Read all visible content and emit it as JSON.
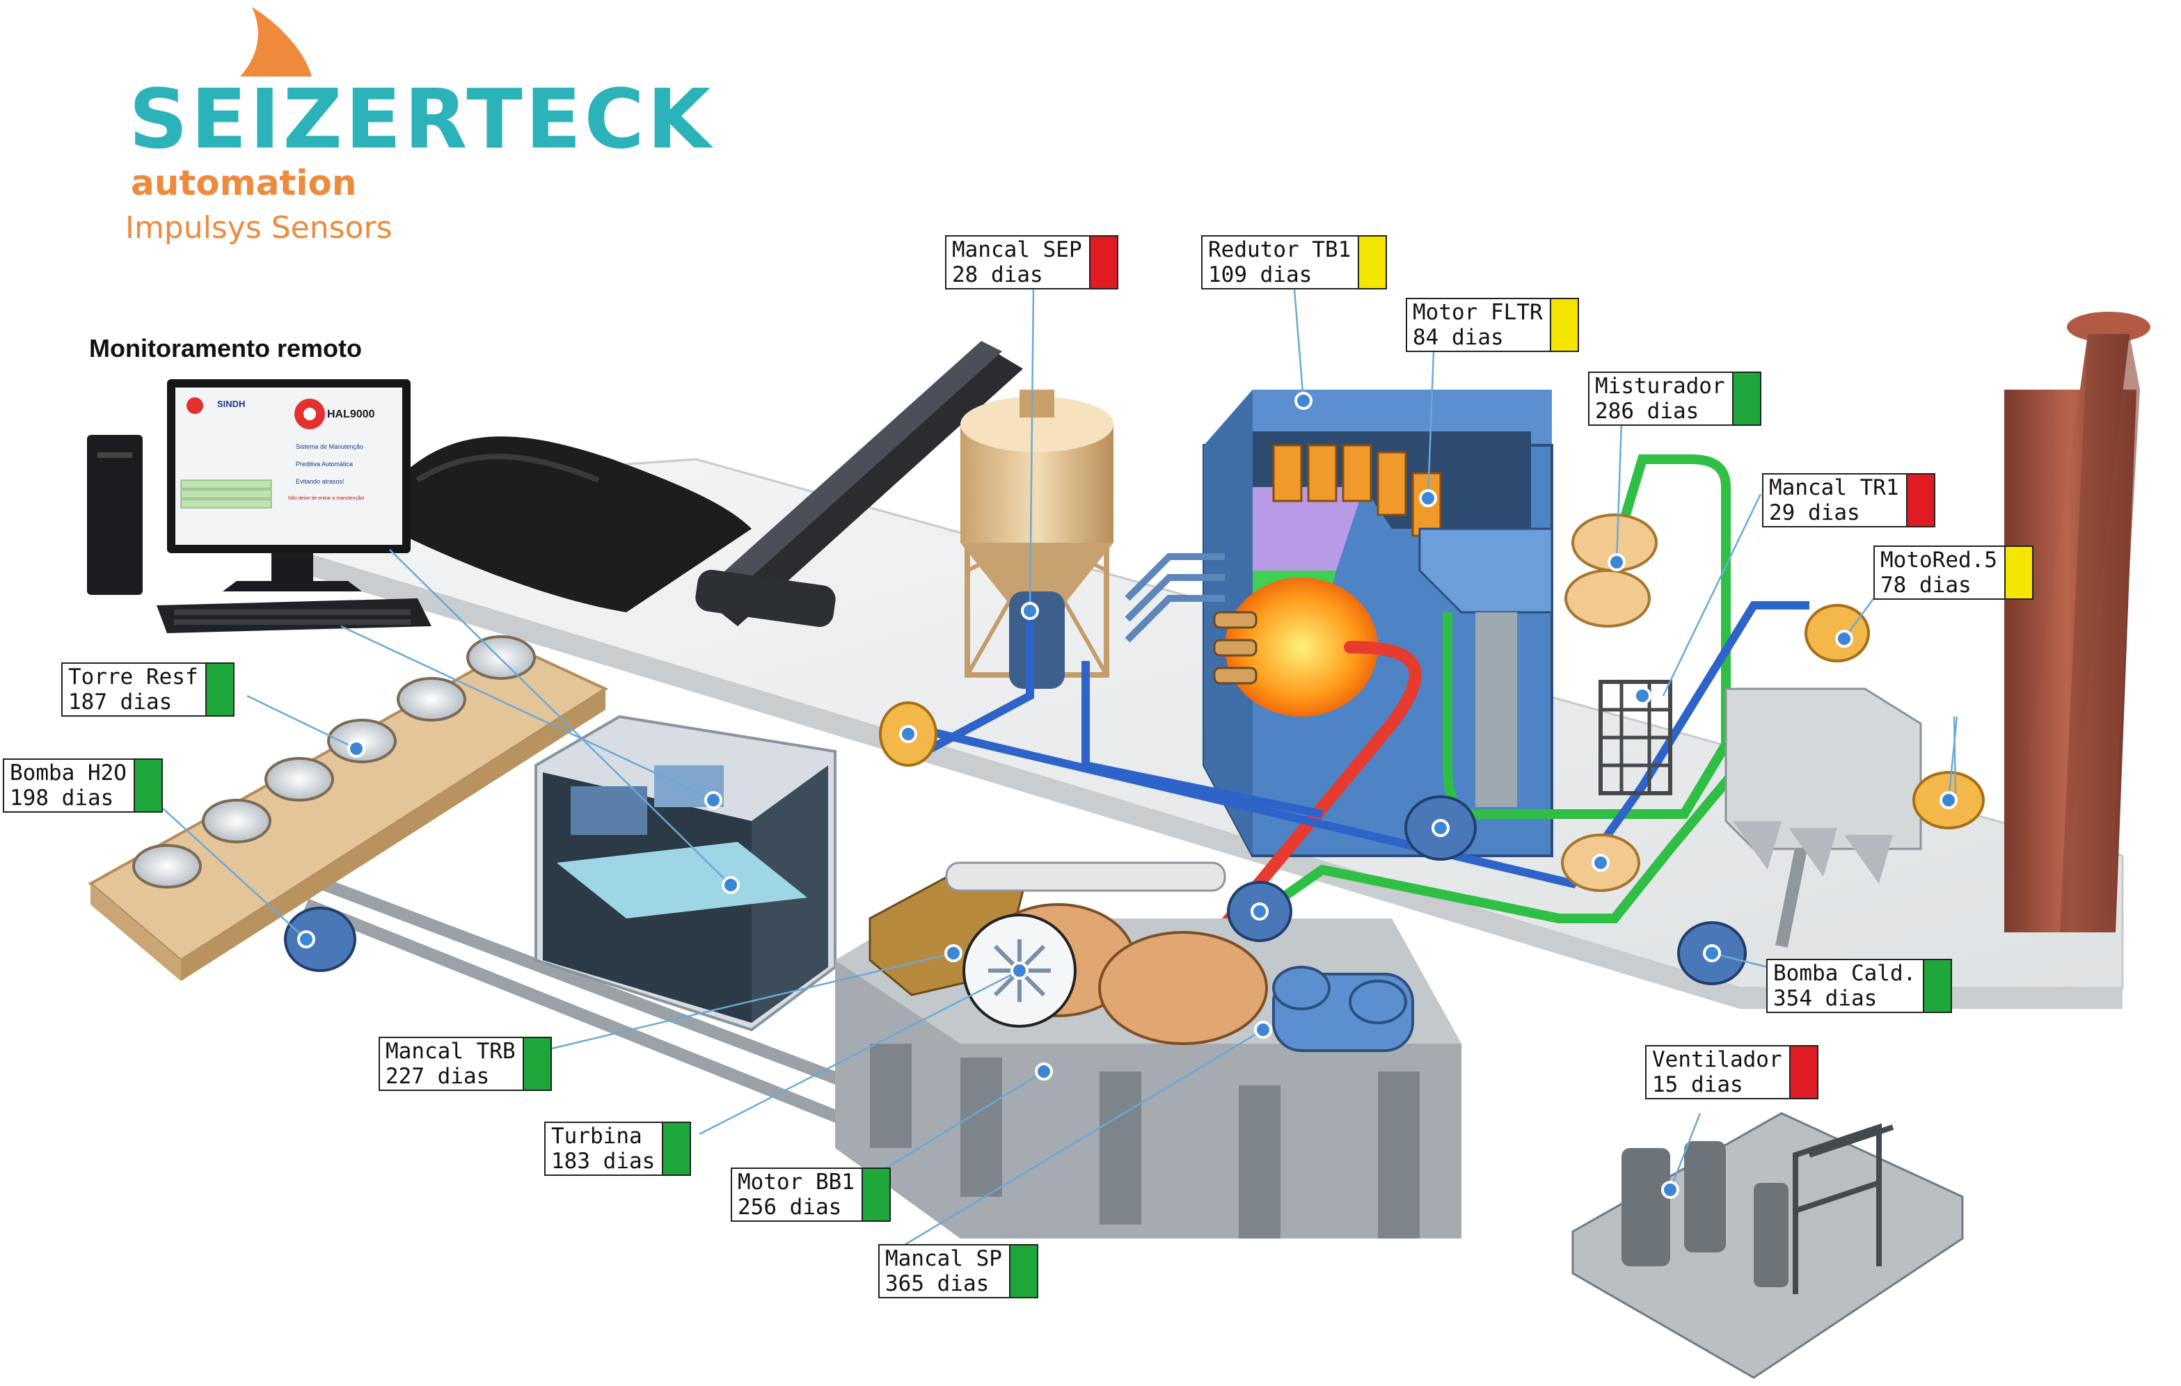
{
  "brand": {
    "name": "SEIZERTECK",
    "subtitle": "automation",
    "tagline": "Impulsys Sensors",
    "color_primary": "#2bb3b9",
    "color_accent": "#ef8a3c"
  },
  "remote": {
    "title": "Monitoramento remoto",
    "screen_header": "SINDH",
    "screen_logo": "HAL9000",
    "screen_lines": [
      "Sistema de Manutenção",
      "Preditiva Automática",
      "Evitando atrasos!",
      "Não deixe de entrar a manutenção!"
    ]
  },
  "status_colors": {
    "red": "#e01b24",
    "yellow": "#f5e600",
    "green": "#1ea83c"
  },
  "sensors": [
    {
      "name": "Mancal SEP",
      "days": "28 dias",
      "status": "red"
    },
    {
      "name": "Redutor TB1",
      "days": "109 dias",
      "status": "yellow"
    },
    {
      "name": "Motor FLTR",
      "days": "84 dias",
      "status": "yellow"
    },
    {
      "name": "Misturador",
      "days": "286 dias",
      "status": "green"
    },
    {
      "name": "Mancal TR1",
      "days": "29 dias",
      "status": "red"
    },
    {
      "name": "MotoRed.5",
      "days": "78 dias",
      "status": "yellow"
    },
    {
      "name": "Torre Resf",
      "days": "187 dias",
      "status": "green"
    },
    {
      "name": "Bomba H2O",
      "days": "198 dias",
      "status": "green"
    },
    {
      "name": "Bomba Cald.",
      "days": "354 dias",
      "status": "green"
    },
    {
      "name": "Ventilador",
      "days": "15 dias",
      "status": "red"
    },
    {
      "name": "Mancal TRB",
      "days": "227 dias",
      "status": "green"
    },
    {
      "name": "Turbina",
      "days": "183 dias",
      "status": "green"
    },
    {
      "name": "Motor BB1",
      "days": "256 dias",
      "status": "green"
    },
    {
      "name": "Mancal SP",
      "days": "365 dias",
      "status": "green"
    }
  ]
}
